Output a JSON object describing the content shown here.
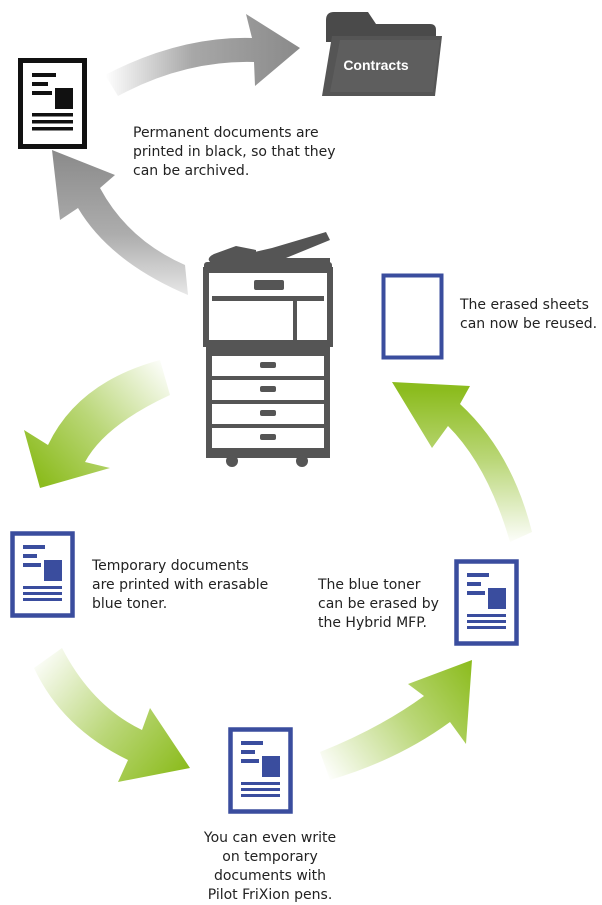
{
  "folder": {
    "label": "Contracts"
  },
  "captions": {
    "permanent": "Permanent documents are\nprinted in black, so that they\ncan be archived.",
    "erased": "The erased sheets\ncan now be reused.",
    "temporary": "Temporary documents\nare printed with erasable\nblue toner.",
    "toner": "The blue toner\ncan be erased by\nthe Hybrid MFP.",
    "pens": "You can even write\non temporary\ndocuments with\nPilot FriXion pens."
  },
  "colors": {
    "black_path": "#7a7a7a",
    "green_path": "#8cbc1e",
    "blue_doc": "#3a4d9e",
    "black_doc": "#111111",
    "printer": "#555555"
  },
  "icons": [
    "document-black-icon",
    "folder-icon",
    "printer-icon",
    "blank-sheet-icon",
    "document-blue-icon"
  ]
}
